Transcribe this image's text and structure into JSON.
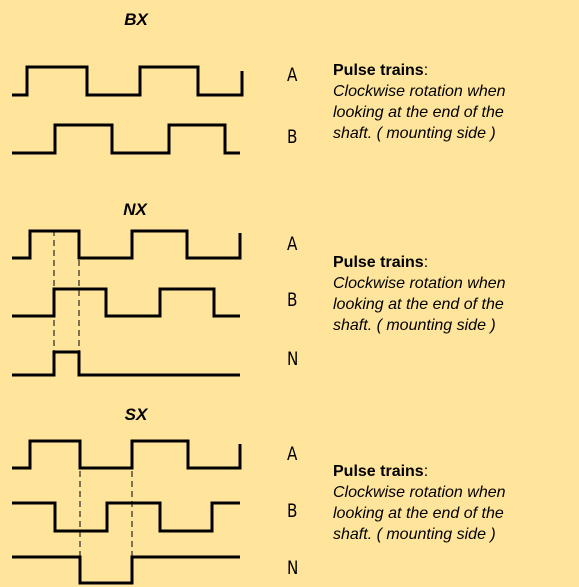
{
  "sections": [
    {
      "title": "BX",
      "channels": [
        "A",
        "B"
      ],
      "heading": "Pulse trains",
      "heading_suffix": ":",
      "line1": "Clockwise rotation when",
      "line2": "looking at the end of the",
      "line3": "shaft.  ( mounting side )"
    },
    {
      "title": "NX",
      "channels": [
        "A",
        "B",
        "N"
      ],
      "heading": "Pulse trains",
      "heading_suffix": ":",
      "line1": "Clockwise rotation when",
      "line2": "looking at the end of the",
      "line3": "shaft.  ( mounting side )"
    },
    {
      "title": "SX",
      "channels": [
        "A",
        "B",
        "N"
      ],
      "heading": "Pulse trains",
      "heading_suffix": ":",
      "line1": "Clockwise rotation when",
      "line2": "looking at the end of the",
      "line3": "shaft.  ( mounting side )"
    }
  ]
}
